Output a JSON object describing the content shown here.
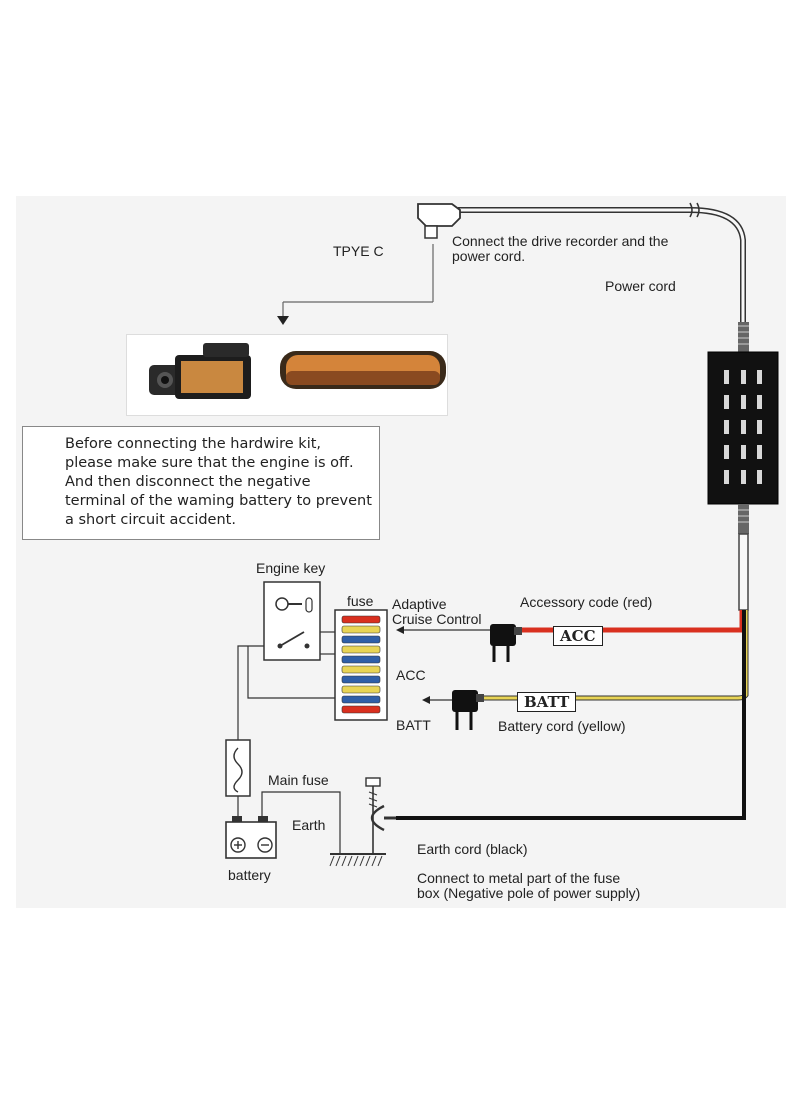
{
  "labels": {
    "type_c": "TPYE C",
    "connect_recorder_line1": "Connect the drive recorder and the",
    "connect_recorder_line2": "power cord.",
    "power_cord": "Power cord",
    "engine_key": "Engine key",
    "fuse": "fuse",
    "adaptive": "Adaptive",
    "cruise_control": "Cruise Control",
    "accessory_code": "Accessory code (red)",
    "acc_tag": "ACC",
    "acc": "ACC",
    "batt_tag": "BATT",
    "batt": "BATT",
    "battery_cord": "Battery cord (yellow)",
    "main_fuse": "Main fuse",
    "earth": "Earth",
    "earth_cord": "Earth cord (black)",
    "battery": "battery",
    "connect_metal_line1": "Connect to metal part of the fuse",
    "connect_metal_line2": "box (Negative pole of power supply)"
  },
  "warning": {
    "lines": [
      "Before connecting the hardwire kit,",
      "please make sure that the engine is off.",
      "And then disconnect the negative",
      "terminal of the waming battery to prevent",
      "a short circuit accident."
    ]
  },
  "colors": {
    "red_wire": "#d9301f",
    "yellow_wire": "#e8d455",
    "black_wire": "#111111",
    "panel_bg": "#f4f4f4"
  }
}
